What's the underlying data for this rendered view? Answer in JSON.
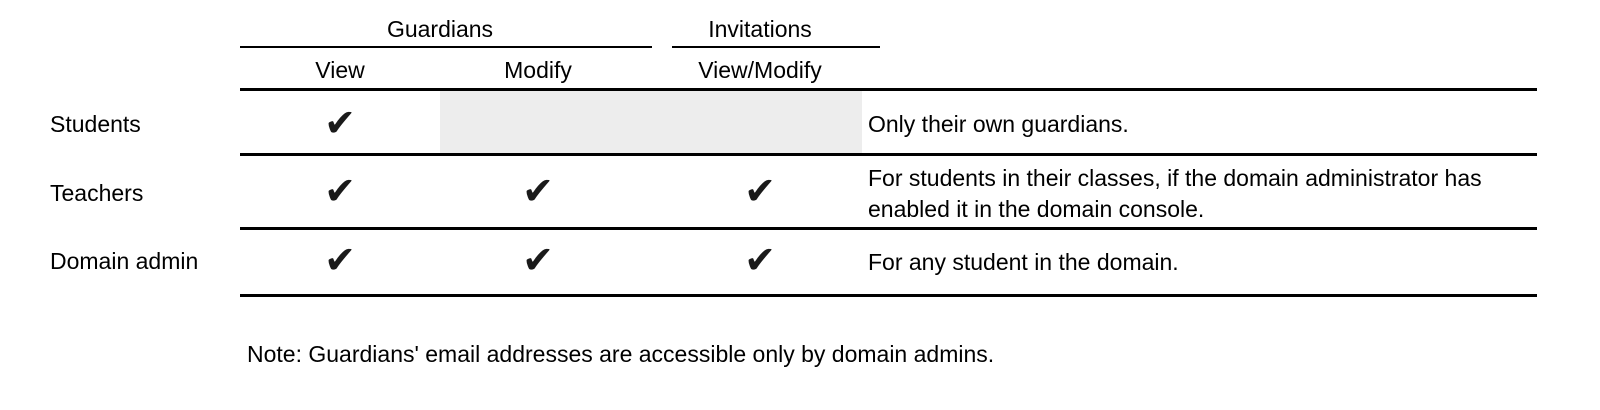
{
  "table": {
    "column_groups": [
      {
        "label": "Guardians",
        "span": 2
      },
      {
        "label": "Invitations",
        "span": 1
      }
    ],
    "sub_headers": [
      {
        "label": "View"
      },
      {
        "label": "Modify"
      },
      {
        "label": "View/Modify"
      }
    ],
    "row_header_label": "",
    "check_glyph": "✔",
    "shaded_color": "#ededed",
    "rule_color": "#000000",
    "rows": [
      {
        "label": "Students",
        "guardians_view": "✔",
        "guardians_modify": "",
        "invitations_view_modify": "",
        "shaded": true,
        "description": "Only their own guardians."
      },
      {
        "label": "Teachers",
        "guardians_view": "✔",
        "guardians_modify": "✔",
        "invitations_view_modify": "✔",
        "shaded": false,
        "description": "For students in their classes, if the domain administrator has enabled it in the domain console."
      },
      {
        "label": "Domain admin",
        "guardians_view": "✔",
        "guardians_modify": "✔",
        "invitations_view_modify": "✔",
        "shaded": false,
        "description": "For any student in the domain."
      }
    ]
  },
  "footnote": {
    "text": "Note: Guardians' email addresses are accessible only by domain admins."
  }
}
